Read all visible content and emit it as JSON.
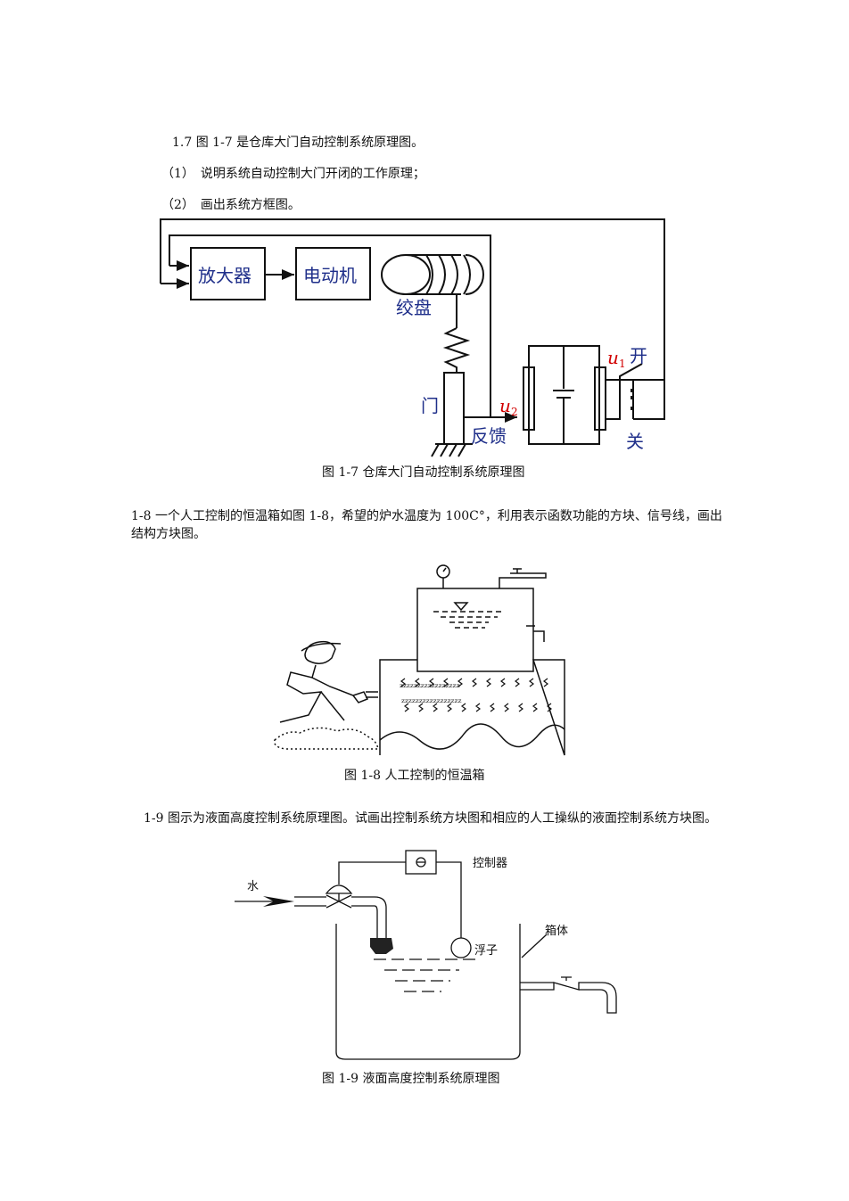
{
  "problem_1_7": {
    "intro": "1.7 图 1-7 是仓库大门自动控制系统原理图。",
    "item1": "（1）　说明系统自动控制大门开闭的工作原理；",
    "item2": "（2）　画出系统方框图。",
    "figure": {
      "amplifier": "放大器",
      "motor": "电动机",
      "winch": "绞盘",
      "door": "门",
      "feedback": "反馈",
      "u1": "u",
      "u1_sub": "1",
      "u2": "u",
      "u2_sub": "2",
      "open": "开",
      "close": "关"
    },
    "caption": "图 1-7 仓库大门自动控制系统原理图"
  },
  "problem_1_8": {
    "text": "1-8 一个人工控制的恒温箱如图 1-8，希望的炉水温度为 100C°，利用表示函数功能的方块、信号线，画出结构方块图。",
    "caption": "图 1-8 人工控制的恒温箱"
  },
  "problem_1_9": {
    "text": "1-9 图示为液面高度控制系统原理图。试画出控制系统方块图和相应的人工操纵的液面控制系统方块图。",
    "figure": {
      "water": "水",
      "controller": "控制器",
      "float": "浮子",
      "tank": "箱体"
    },
    "caption": "图 1-9 液面高度控制系统原理图"
  }
}
